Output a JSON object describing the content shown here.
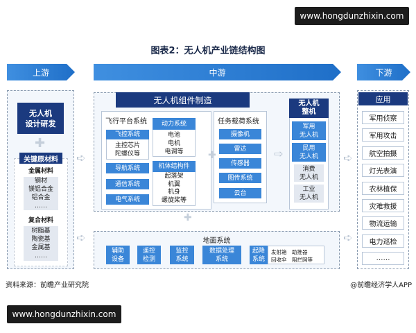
{
  "watermark": "www.hongdunzhixin.com",
  "title": "图表2：无人机产业链结构图",
  "banners": {
    "up": "上游",
    "mid": "中游",
    "down": "下游"
  },
  "upstream": {
    "design": "无人机\n设计研发",
    "materials": "关键原材料",
    "metal": {
      "label": "金属材料",
      "items": "钢材\n镁铝合金\n铝合金\n……"
    },
    "composite": {
      "label": "复合材料",
      "items": "树脂基\n陶瓷基\n金属基\n……"
    }
  },
  "midstream": {
    "components_title": "无人机组件制造",
    "flight": {
      "label": "飞行平台系统",
      "flight_control": "飞控系统",
      "flight_control_items": "主控芯片\n陀螺仪等",
      "navigation": "导航系统",
      "communication": "通信系统",
      "electrical": "电气系统",
      "power": "动力系统",
      "power_items": "电池\n电机\n电调等",
      "airframe": "机体结构件",
      "airframe_items": "起落架\n机翼\n机身\n螺旋桨等"
    },
    "payload": {
      "label": "任务载荷系统",
      "items": [
        "摄像机",
        "雷达",
        "传感器",
        "图传系统",
        "云台"
      ]
    },
    "complete": {
      "label": "无人机\n整机",
      "military": "军用\n无人机",
      "civil": "民用\n无人机",
      "consumer": "消费\n无人机",
      "industrial": "工业\n无人机"
    },
    "ground": {
      "label": "地面系统",
      "items": [
        "辅助\n设备",
        "遥控\n检测",
        "监控\n系统",
        "数据处理\n系统"
      ],
      "landing": "起降\n系统",
      "landing_items": "发射箱　助推器\n回收伞　阻拦网等"
    }
  },
  "downstream": {
    "label": "应用",
    "items": [
      "军用侦察",
      "军用攻击",
      "航空拍摄",
      "灯光表演",
      "农林植保",
      "灾难救援",
      "物流运输",
      "电力巡检",
      "……"
    ]
  },
  "footer": {
    "source": "资料来源：前瞻产业研究院",
    "credit": "@前瞻经济学人APP"
  }
}
